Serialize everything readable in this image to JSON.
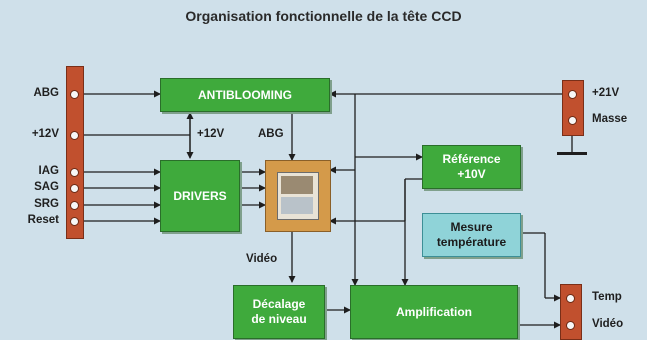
{
  "title": "Organisation fonctionnelle de la tête CCD",
  "left_connector": {
    "pins": [
      "ABG",
      "+12V",
      "IAG",
      "SAG",
      "SRG",
      "Reset"
    ]
  },
  "right_power": {
    "pins": [
      "+21V",
      "Masse"
    ]
  },
  "right_output": {
    "pins": [
      "Temp",
      "Vidéo"
    ]
  },
  "blocks": {
    "antiblooming": "ANTIBLOOMING",
    "drivers": "DRIVERS",
    "reference": "Référence\n+10V",
    "mesure": "Mesure\ntempérature",
    "decalage": "Décalage\nde niveau",
    "amplification": "Amplification"
  },
  "wire_labels": {
    "plus12v": "+12V",
    "abg": "ABG",
    "video": "Vidéo"
  },
  "colors": {
    "block": "#3faa3c",
    "block_alt": "#8fd3d8",
    "connector": "#c1502e",
    "ccd": "#d49a4a",
    "background": "#cfe0ea"
  }
}
